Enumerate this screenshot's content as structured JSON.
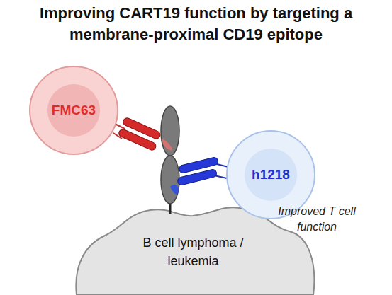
{
  "diagram": {
    "title": "Improving CART19 function by targeting a membrane-proximal CD19 epitope",
    "nodes": [
      {
        "text": [
          "FMC63"
        ]
      },
      {
        "text": [
          "h1218"
        ]
      },
      {
        "text": [
          "B cell lymphoma / leukemia"
        ]
      }
    ],
    "labels": [
      "Improved T cell function"
    ]
  }
}
